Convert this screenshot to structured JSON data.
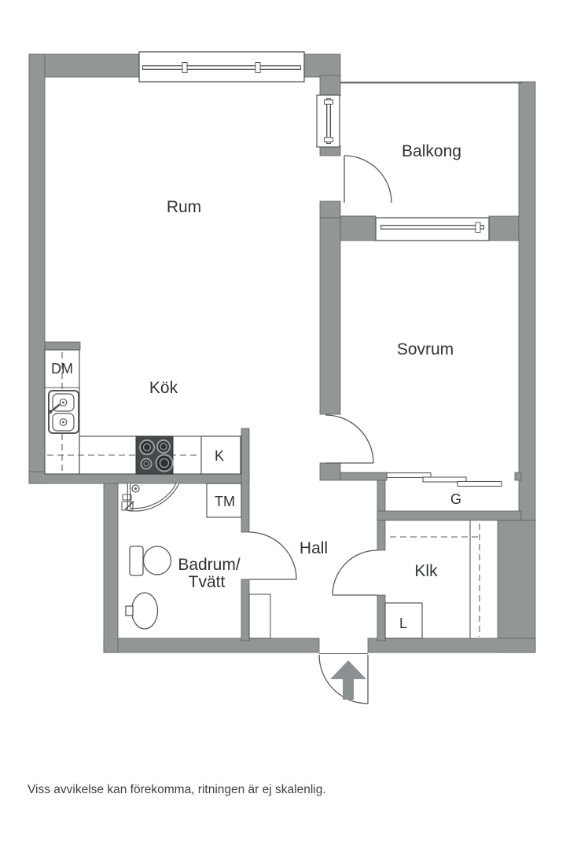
{
  "floorplan": {
    "rooms": {
      "rum": "Rum",
      "balkong": "Balkong",
      "sovrum": "Sovrum",
      "kok": "Kök",
      "hall": "Hall",
      "badrum_line1": "Badrum/",
      "badrum_line2": "Tvätt",
      "klk": "Klk"
    },
    "fixtures": {
      "dm": "DM",
      "k": "K",
      "tm": "TM",
      "g": "G",
      "l": "L"
    },
    "footer": {
      "disclaimer": "Viss avvikelse kan förekomma, ritningen är ej skalenlig."
    },
    "colors": {
      "wall": "#929697",
      "line": "#54585b",
      "stove": "#45494b",
      "burner_ring": "#9aa0a2",
      "text": "#2f3335",
      "arrow": "#8b9092",
      "background": "#ffffff"
    }
  }
}
